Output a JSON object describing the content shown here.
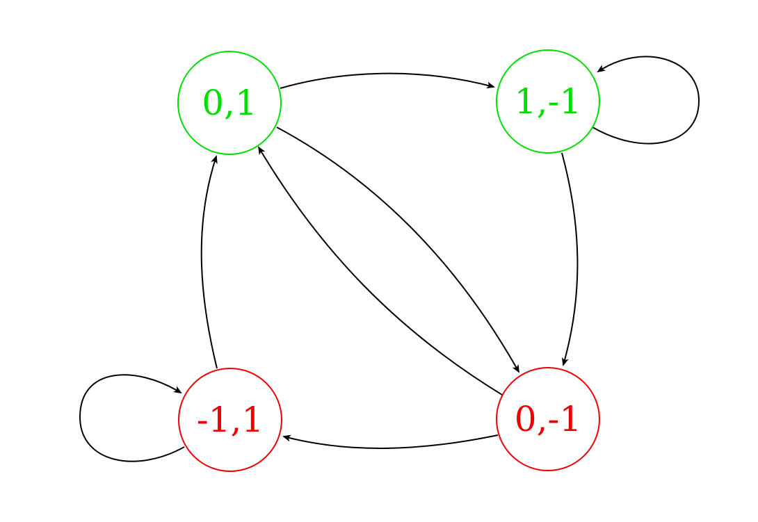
{
  "colors": {
    "green": "#00dd00",
    "red": "#ee0000",
    "edge": "#000000"
  },
  "nodes": {
    "n01": {
      "label": "0,1",
      "color": "green"
    },
    "n1m1": {
      "label": "1,-1",
      "color": "green"
    },
    "nm11": {
      "label": "-1,1",
      "color": "red"
    },
    "n0m1": {
      "label": "0,-1",
      "color": "red"
    }
  },
  "edges": [
    {
      "from": "0,1",
      "to": "1,-1"
    },
    {
      "from": "1,-1",
      "to": "1,-1"
    },
    {
      "from": "1,-1",
      "to": "0,-1"
    },
    {
      "from": "0,1",
      "to": "0,-1"
    },
    {
      "from": "0,-1",
      "to": "0,1"
    },
    {
      "from": "0,-1",
      "to": "-1,1"
    },
    {
      "from": "-1,1",
      "to": "-1,1"
    },
    {
      "from": "-1,1",
      "to": "0,1"
    }
  ]
}
